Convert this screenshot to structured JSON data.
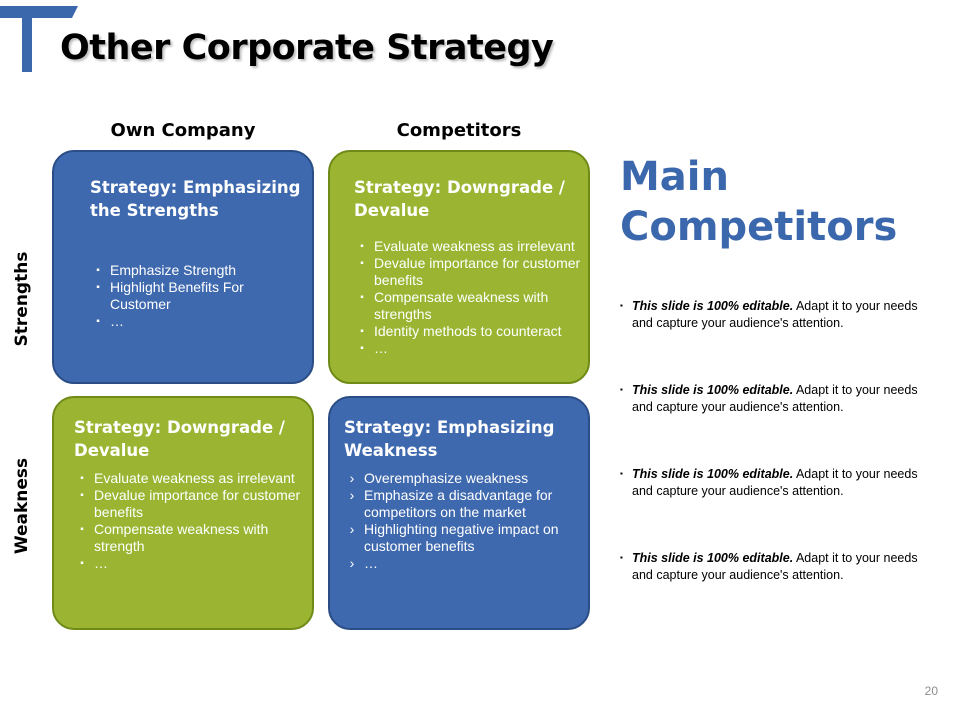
{
  "title": "Other Corporate Strategy",
  "columns": [
    "Own Company",
    "Competitors"
  ],
  "rows": [
    "Strengths",
    "Weakness"
  ],
  "quadrants": [
    {
      "title_lines": [
        "Strategy: Emphasizing",
        "the Strengths"
      ],
      "items": [
        "Emphasize Strength",
        "Highlight Benefits For Customer",
        "…"
      ]
    },
    {
      "title_lines": [
        "Strategy: Downgrade /",
        "Devalue"
      ],
      "items": [
        "Evaluate weakness as irrelevant",
        "Devalue importance for customer benefits",
        "Compensate weakness with strengths",
        "Identity methods to counteract",
        "…"
      ]
    },
    {
      "title_lines": [
        "Strategy: Downgrade /",
        "Devalue"
      ],
      "items": [
        "Evaluate weakness as irrelevant",
        "Devalue importance for customer benefits",
        "Compensate weakness with strength",
        "…"
      ]
    },
    {
      "title_lines": [
        "Strategy: Emphasizing",
        "Weakness"
      ],
      "items": [
        "Overemphasize weakness",
        "Emphasize a disadvantage for competitors on the market",
        "Highlighting negative impact on customer benefits",
        "…"
      ]
    }
  ],
  "main_title_lines": [
    "Main",
    "Competitors"
  ],
  "notes": [
    {
      "bold": "This slide is 100% editable.",
      "text": " Adapt it to your needs and capture your audience's attention."
    },
    {
      "bold": "This slide is 100% editable.",
      "text": " Adapt it to your needs and capture your audience's attention."
    },
    {
      "bold": "This slide is 100% editable.",
      "text": " Adapt it to your needs and capture your audience's attention."
    },
    {
      "bold": "This slide is 100% editable.",
      "text": " Adapt it to your needs and capture your audience's attention."
    }
  ],
  "page_number": "20",
  "colors": {
    "blue_box": "#3f69ae",
    "green_box": "#9bb533",
    "title_blue": "#3b67ad",
    "logo": "#3b67ad"
  },
  "icons": {
    "square_bullet": "▪",
    "chevron_bullet": "›"
  }
}
